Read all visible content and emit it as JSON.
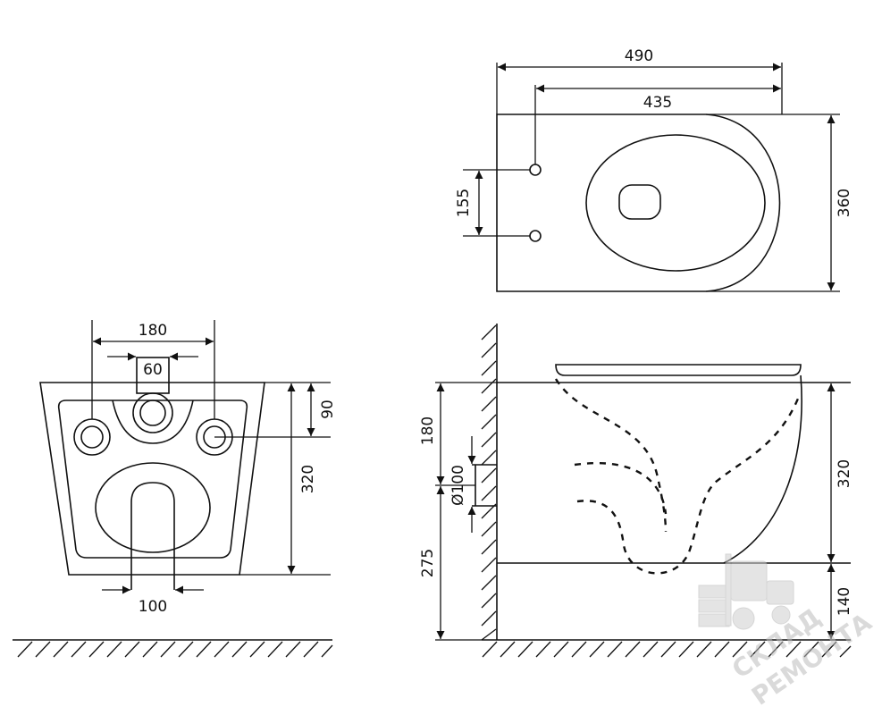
{
  "dimensions": {
    "top_total_length": "490",
    "top_inner_length": "435",
    "top_bolt_spacing": "155",
    "top_depth": "360",
    "front_bolt_span": "180",
    "front_outlet": "60",
    "front_bolt_height": "90",
    "front_height": "320",
    "front_inlet": "100",
    "side_upper": "180",
    "side_pipe_diameter": "Ø100",
    "side_lower": "275",
    "side_height": "320",
    "side_floor_clearance": "140"
  },
  "watermark": {
    "line1": "СКЛАД",
    "line2": "РЕМОНТА"
  }
}
